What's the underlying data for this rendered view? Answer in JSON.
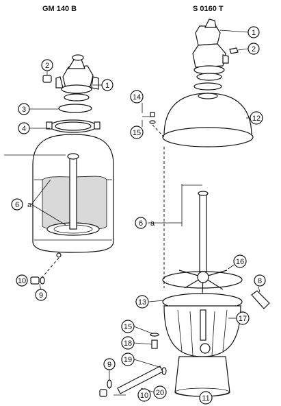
{
  "titles": {
    "left": "GM 140 B",
    "right": "S 0160 T"
  },
  "callouts": {
    "left": [
      "1",
      "2",
      "3",
      "4",
      "6",
      "a",
      "9",
      "10"
    ],
    "right": [
      "1",
      "2",
      "12",
      "14",
      "15",
      "6",
      "a",
      "16",
      "8",
      "13",
      "17",
      "15",
      "18",
      "19",
      "9",
      "10",
      "20",
      "11"
    ]
  }
}
